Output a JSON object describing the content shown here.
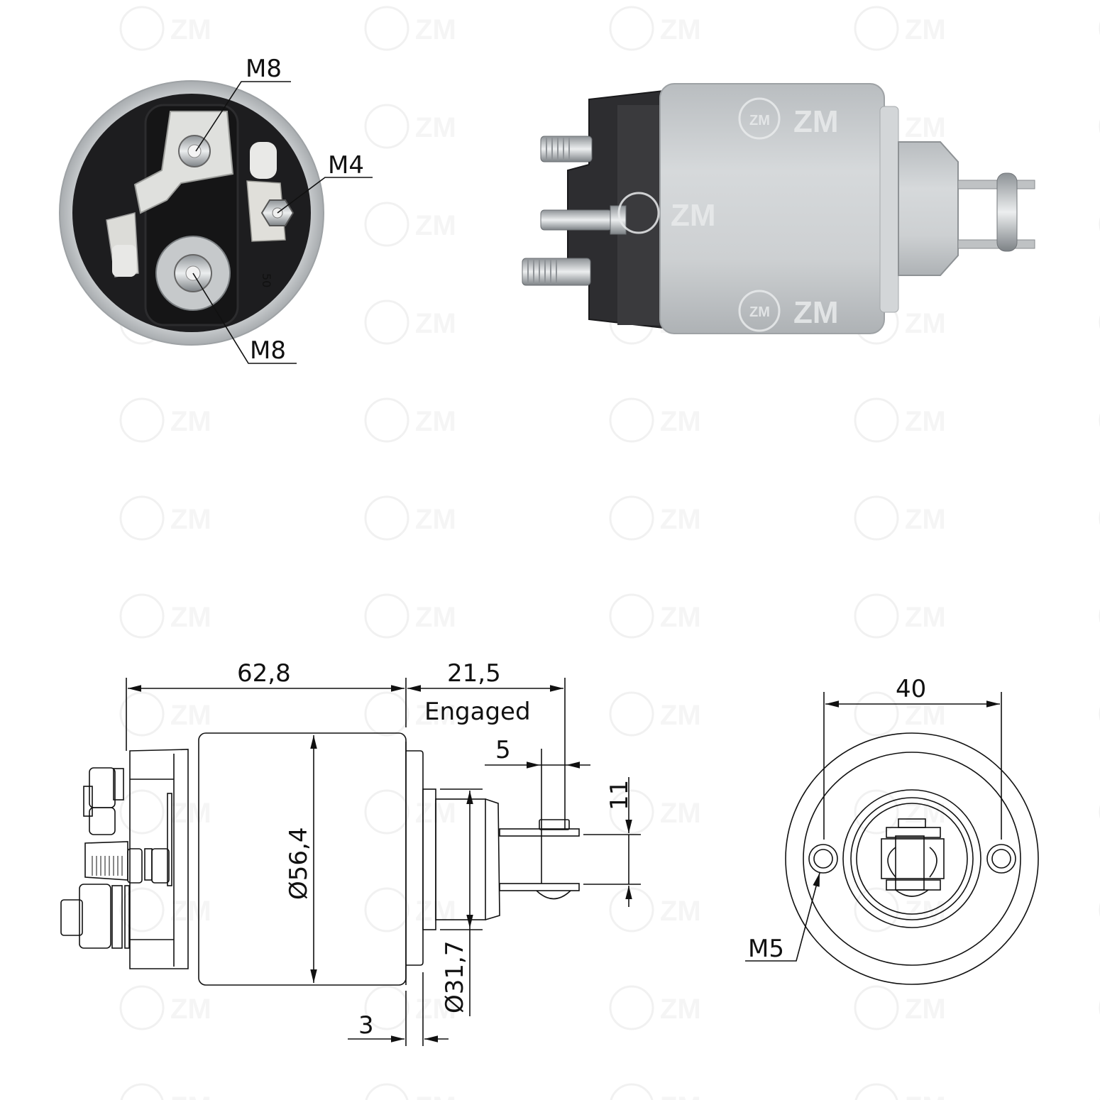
{
  "watermark": {
    "brand": "ZM",
    "logo_text": "ZM",
    "color": "#eeeeee"
  },
  "photo_front": {
    "labels": [
      {
        "id": "top",
        "text": "M8"
      },
      {
        "id": "right",
        "text": "M4"
      },
      {
        "id": "bottom",
        "text": "M8"
      }
    ],
    "cap_marks": [
      "50"
    ],
    "colors": {
      "housing": "#c8ccce",
      "cap": "#1c1c1e",
      "metal": "#d8dadc"
    }
  },
  "photo_side": {
    "logo_text": "ZM",
    "colors": {
      "body": "#c9ccce",
      "cap": "#2a2a2c"
    }
  },
  "drawing_side": {
    "dimensions": {
      "body_length": "62,8",
      "stroke_length": "21,5",
      "stroke_note": "Engaged",
      "fork_width": "5",
      "fork_gap": "11",
      "body_diameter": "Ø56,4",
      "nose_diameter": "Ø31,7",
      "flange": "3"
    }
  },
  "drawing_end": {
    "dimensions": {
      "hole_spacing": "40",
      "mount_thread": "M5"
    }
  }
}
